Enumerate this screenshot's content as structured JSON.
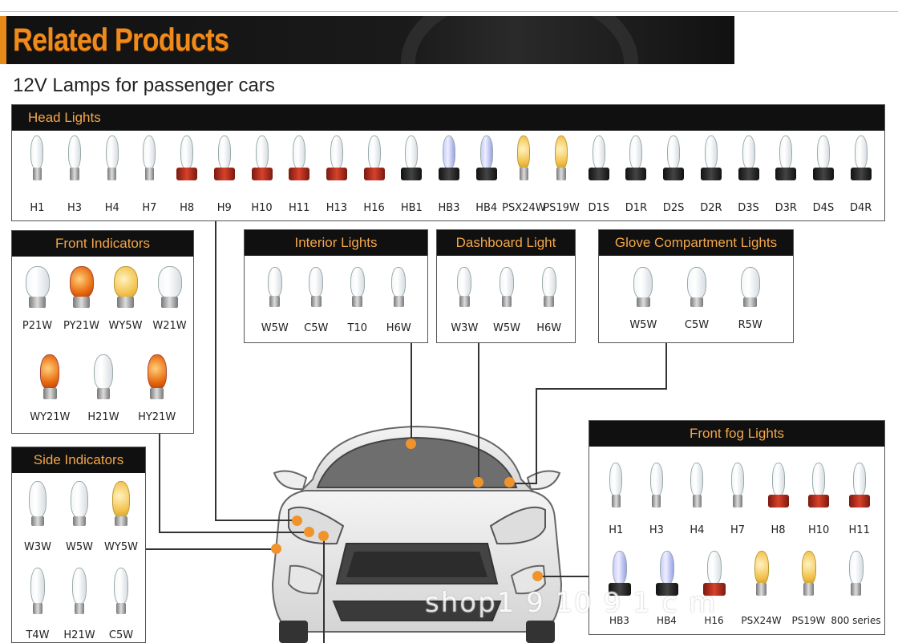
{
  "banner": {
    "title": "Related Products"
  },
  "subtitle": "12V Lamps for passenger cars",
  "head_lights": {
    "title": "Head Lights",
    "items": [
      "H1",
      "H3",
      "H4",
      "H7",
      "H8",
      "H9",
      "H10",
      "H11",
      "H13",
      "H16",
      "HB1",
      "HB3",
      "HB4",
      "PSX24W",
      "PS19W",
      "D1S",
      "D1R",
      "D2S",
      "D2R",
      "D3S",
      "D3R",
      "D4S",
      "D4R"
    ]
  },
  "front_indicators": {
    "title": "Front Indicators",
    "row1": [
      "P21W",
      "PY21W",
      "WY5W",
      "W21W"
    ],
    "row2": [
      "WY21W",
      "H21W",
      "HY21W"
    ]
  },
  "interior_lights": {
    "title": "Interior Lights",
    "items": [
      "W5W",
      "C5W",
      "T10",
      "H6W"
    ]
  },
  "dashboard_light": {
    "title": "Dashboard Light",
    "items": [
      "W3W",
      "W5W",
      "H6W"
    ]
  },
  "glove_lights": {
    "title": "Glove Compartment Lights",
    "items": [
      "W5W",
      "C5W",
      "R5W"
    ]
  },
  "side_indicators": {
    "title": "Side Indicators",
    "row1": [
      "W3W",
      "W5W",
      "WY5W"
    ],
    "row2": [
      "T4W",
      "H21W",
      "C5W"
    ]
  },
  "front_fog": {
    "title": "Front fog Lights",
    "row1": [
      "H1",
      "H3",
      "H4",
      "H7",
      "H8",
      "H10",
      "H11"
    ],
    "row2": [
      "HB3",
      "HB4",
      "H16",
      "PSX24W",
      "PS19W",
      "800 series"
    ]
  },
  "watermark": "shop1 9 10 9 1  c m",
  "colors": {
    "accent": "#f0932b",
    "header_bg": "#101010",
    "header_text": "#f3a64a"
  }
}
